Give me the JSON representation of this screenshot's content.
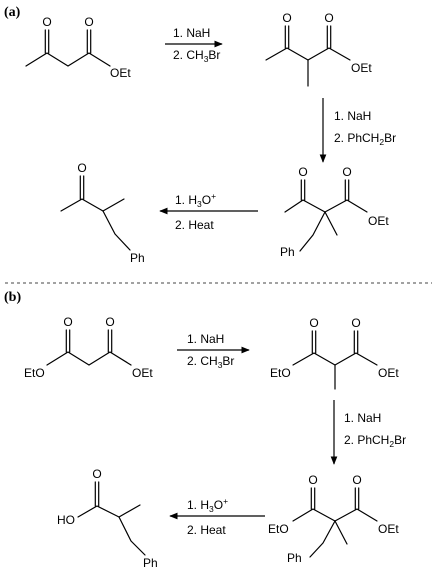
{
  "panels": {
    "a": {
      "label": "(a)",
      "step1": {
        "reagent1": "1. NaH",
        "reagent2_prefix": "2. CH",
        "reagent2_sub": "3",
        "reagent2_suffix": "Br"
      },
      "step2": {
        "reagent1": "1. NaH",
        "reagent2_prefix": "2. PhCH",
        "reagent2_sub": "2",
        "reagent2_suffix": "Br"
      },
      "step3": {
        "reagent1_prefix": "1. H",
        "reagent1_sub": "3",
        "reagent1_mid": "O",
        "reagent1_sup": "+",
        "reagent2": "2. Heat"
      }
    },
    "b": {
      "label": "(b)",
      "step1": {
        "reagent1": "1. NaH",
        "reagent2_prefix": "2. CH",
        "reagent2_sub": "3",
        "reagent2_suffix": "Br"
      },
      "step2": {
        "reagent1": "1. NaH",
        "reagent2_prefix": "2. PhCH",
        "reagent2_sub": "2",
        "reagent2_suffix": "Br"
      },
      "step3": {
        "reagent1_prefix": "1. H",
        "reagent1_sub": "3",
        "reagent1_mid": "O",
        "reagent1_sup": "+",
        "reagent2": "2. Heat"
      }
    }
  },
  "atoms": {
    "O": "O",
    "OEt": "OEt",
    "EtO": "EtO",
    "Ph": "Ph",
    "HO": "HO"
  }
}
